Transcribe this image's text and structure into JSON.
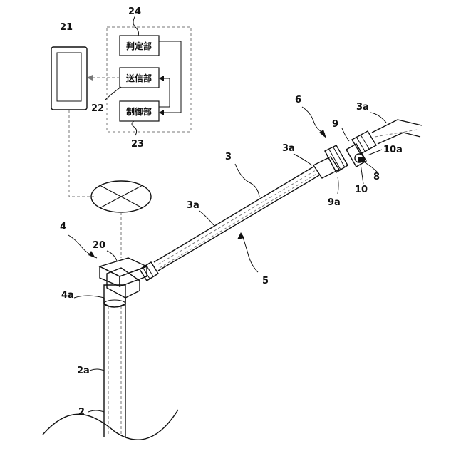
{
  "labels": {
    "n21": "21",
    "n24": "24",
    "n22": "22",
    "n23": "23",
    "n6": "6",
    "n3a_top": "3a",
    "n9": "9",
    "n3a_mid": "3a",
    "n10a": "10a",
    "n8": "8",
    "n3": "3",
    "n10": "10",
    "n9a": "9a",
    "n3a_low": "3a",
    "n4": "4",
    "n20": "20",
    "n5": "5",
    "n4a": "4a",
    "n2a": "2a",
    "n2": "2"
  },
  "blocks": {
    "judge": "判定部",
    "send": "送信部",
    "control": "制御部"
  }
}
